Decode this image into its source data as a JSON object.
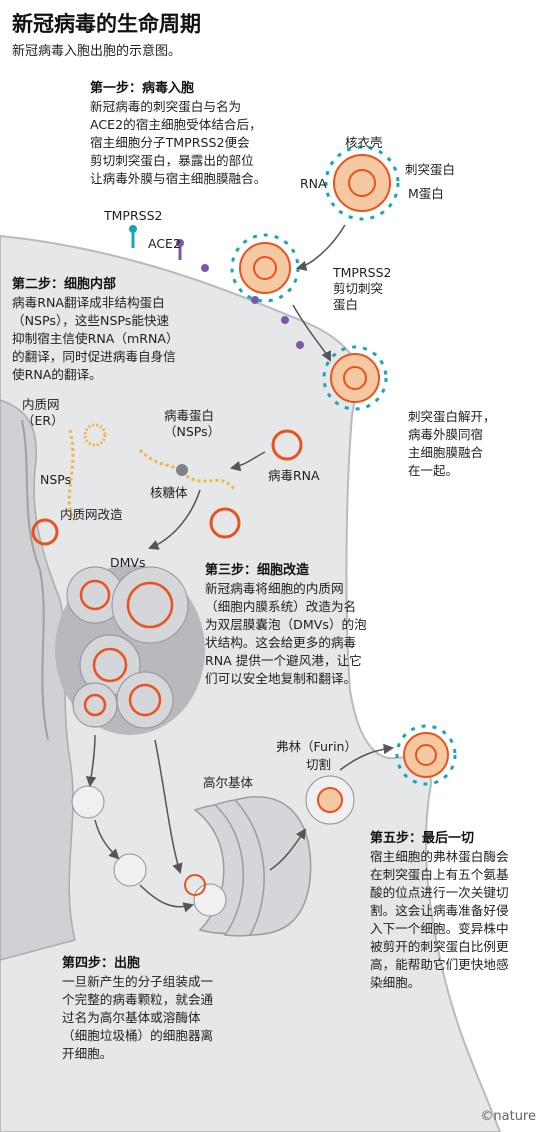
{
  "header": {
    "title": "新冠病毒的生命周期",
    "subtitle": "新冠病毒入胞出胞的示意图。"
  },
  "steps": {
    "step1": {
      "title": "第一步：病毒入胞",
      "lines": [
        "新冠病毒的刺突蛋白与名为",
        "ACE2的宿主细胞受体结合后，",
        "宿主细胞分子TMPRSS2便会",
        "剪切刺突蛋白，暴露出的部位",
        "让病毒外膜与宿主细胞膜融合。"
      ]
    },
    "step2": {
      "title": "第二步：细胞内部",
      "lines": [
        "病毒RNA翻译成非结构蛋白",
        "（NSPs），这些NSPs能快速",
        "抑制宿主信使RNA（mRNA）",
        "的翻译，同时促进病毒自身信",
        "使RNA的翻译。"
      ]
    },
    "step3": {
      "title": "第三步：细胞改造",
      "lines": [
        "新冠病毒将细胞的内质网",
        "（细胞内膜系统）改造为名",
        "为双层膜囊泡（DMVs）的泡",
        "状结构。这会给更多的病毒",
        "RNA 提供一个避风港，让它",
        "们可以安全地复制和翻译。"
      ]
    },
    "step4": {
      "title": "第四步：出胞",
      "lines": [
        "一旦新产生的分子组装成一",
        "个完整的病毒颗粒，就会通",
        "过名为高尔基体或溶酶体",
        "（细胞垃圾桶）的细胞器离",
        "开细胞。"
      ]
    },
    "step5": {
      "title": "第五步：最后一切",
      "lines": [
        "宿主细胞的弗林蛋白酶会",
        "在刺突蛋白上有五个氨基",
        "酸的位点进行一次关键切",
        "割。这会让病毒准备好侵",
        "入下一个细胞。变异株中",
        "被剪开的刺突蛋白比例更",
        "高，能帮助它们更快地感",
        "染细胞。"
      ]
    }
  },
  "labels": {
    "capsid": "核衣壳",
    "spike": "刺突蛋白",
    "rna": "RNA",
    "m_protein": "M蛋白",
    "tmprss2": "TMPRSS2",
    "ace2": "ACE2",
    "tmprss2_cut": [
      "TMPRSS2",
      "剪切刺突",
      "蛋白"
    ],
    "fusion": [
      "刺突蛋白解开，",
      "病毒外膜同宿",
      "主细胞膜融合",
      "在一起。"
    ],
    "er": [
      "内质网",
      "（ER）"
    ],
    "viral_proteins": [
      "病毒蛋白",
      "（NSPs）"
    ],
    "nsps": "NSPs",
    "ribosome": "核糖体",
    "viral_rna": "病毒RNA",
    "er_remodel": "内质网改造",
    "dmvs": "DMVs",
    "golgi": "高尔基体",
    "furin": [
      "弗林（Furin）",
      "切割"
    ]
  },
  "credit": "©nature",
  "colors": {
    "cell_fill": "#e6e7e9",
    "cell_edge": "#b8babe",
    "rna_orange": "#e8531f",
    "spike_teal": "#17a5b8",
    "m_protein_purple": "#7a5aa8",
    "capsule_peach": "#f4c8a0",
    "nsp_yellow": "#f2b445",
    "er_grey": "#b9bbbf"
  }
}
